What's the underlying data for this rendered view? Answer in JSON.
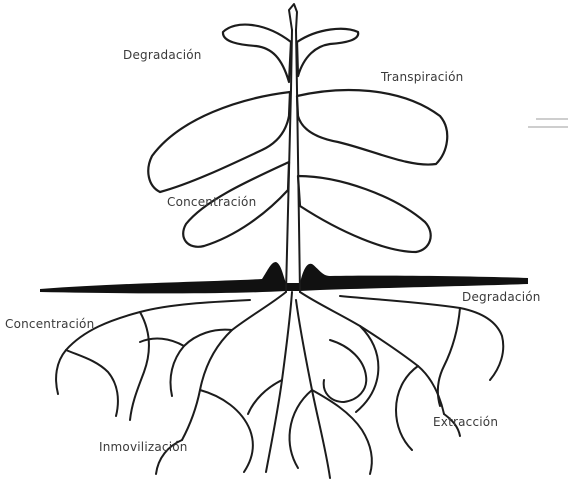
{
  "labels": {
    "top_left": "Degradación",
    "top_right": "Transpiración",
    "mid_left": "Concentración",
    "soil_right": "Degradación",
    "soil_left": "Concentración",
    "bottom_left": "Inmovilización",
    "bottom_right": "Extracción"
  },
  "colors": {
    "line": "#1c1c1c",
    "soil": "#111111",
    "text": "#3a3a3a",
    "background": "#ffffff"
  }
}
